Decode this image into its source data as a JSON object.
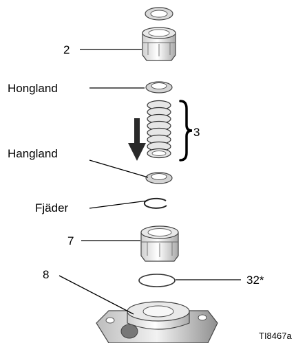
{
  "diagram": {
    "callouts": {
      "part_2": "2",
      "upper_gland": "Hongland",
      "packing_set": "3",
      "lower_gland": "Hangland",
      "spring": "Fjäder",
      "part_7": "7",
      "part_8": "8",
      "part_32": "32*"
    },
    "figure_ref": "TI8467a"
  }
}
